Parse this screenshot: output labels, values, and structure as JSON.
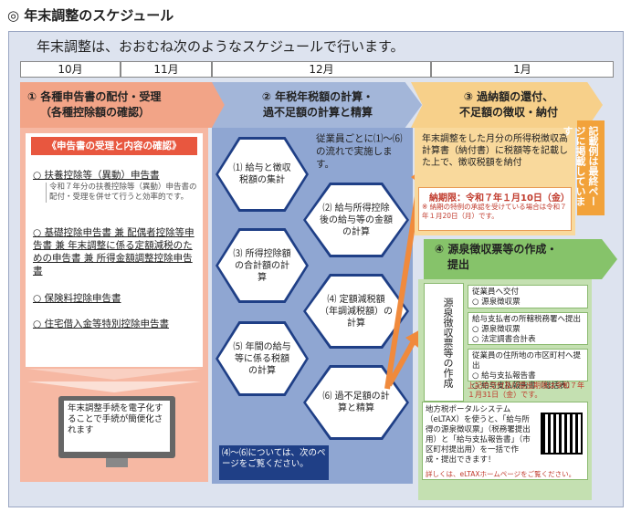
{
  "title": "◎ 年末調整のスケジュール",
  "intro": "年末調整は、おおむね次のようなスケジュールで行います。",
  "months": [
    "10月",
    "11月",
    "12月",
    "1月"
  ],
  "step1": {
    "title_line1": "① 各種申告書の配付・受理",
    "title_line2": "（各種控除額の確認）",
    "header": "《申告書の受理と内容の確認》",
    "items": [
      "○ 扶養控除等（異動）申告書",
      "○ 基礎控除申告書 兼 配偶者控除等申告書 兼 年末調整に係る定額減税のための申告書 兼 所得金額調整控除申告書",
      "○ 保険料控除申告書",
      "○ 住宅借入金等特別控除申告書"
    ],
    "note": "令和７年分の扶養控除等（異動）申告書の配付・受理を併せて行うと効率的です。",
    "monitor_text": "年末調整手続を電子化することで手続が簡便化されます"
  },
  "step2": {
    "title_line1": "② 年税年税額の計算・",
    "title_line2": "過不足額の計算と精算",
    "desc": "従業員ごとに⑴〜⑹の流れで実施します。",
    "hex": [
      "⑴ 給与と徴収税額の集計",
      "⑵ 給与所得控除後の給与等の金額の計算",
      "⑶ 所得控除額の合計額の計算",
      "⑷ 定額減税額（年調減税額）の計算",
      "⑸ 年間の給与等に係る税額の計算",
      "⑹ 過不足額の計算と精算"
    ],
    "note": "⑷〜⑹については、次のページをご覧ください。"
  },
  "step3": {
    "title_line1": "③ 過納額の還付、",
    "title_line2": "不足額の徴収・納付",
    "desc": "年末調整をした月分の所得税徴収高計算書（納付書）に税額等を記載した上で、徴収税額を納付",
    "deadline": "納期限：令和７年１月10日（金）",
    "deadline_note": "※ 納期の特例の承認を受けている場合は令和７年１月20日（月）です。",
    "side": "記載例は最終ページに掲載しています"
  },
  "step4": {
    "title_line1": "④ 源泉徴収票等の作成・",
    "title_line2": "提出",
    "vertical": "源泉徴収票等の作成",
    "boxes": [
      "従業員へ交付\n○ 源泉徴収票",
      "給与支払者の所轄税務署へ提出\n○ 源泉徴収票\n○ 法定調書合計表",
      "従業員の住所地の市区町村へ提出\n○ 給与支払報告書\n○ 給与支払報告書（総括表）"
    ],
    "deadline": "上記の交付及び提出期限は令和７年１月31日（金）です。",
    "portal": "地方税ポータルシステム（eLTAX）を使うと、「給与所得の源泉徴収票」（税務署提出用）と「給与支払報告書」（市区町村提出用）を一括で作成・提出できます！",
    "portal_link": "詳しくは、eLTAXホームページをご覧ください。"
  }
}
